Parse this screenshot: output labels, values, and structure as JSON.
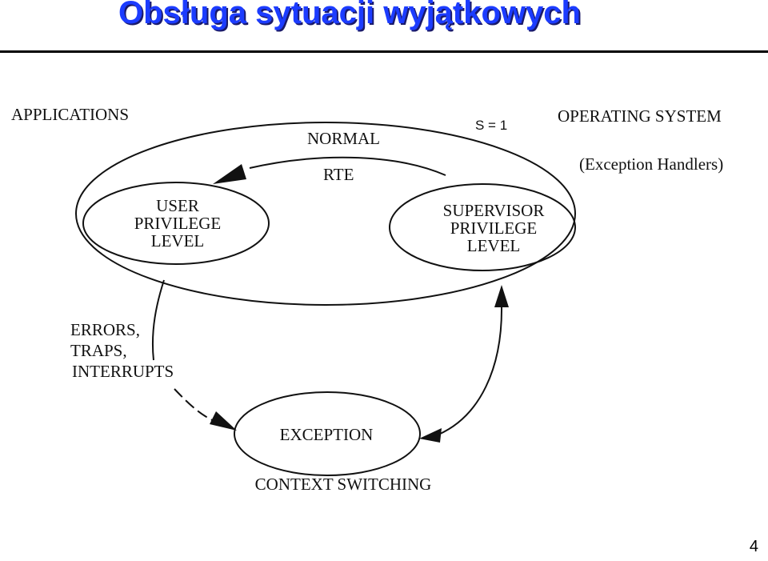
{
  "slide": {
    "title": "Obsługa sytuacji wyjątkowych",
    "page_number": "4"
  },
  "diagram": {
    "applications_label": "APPLICATIONS",
    "operating_system_label": "OPERATING SYSTEM",
    "exception_handlers_label": "(Exception Handlers)",
    "s_flag_label": "S = 1",
    "normal_label": "NORMAL",
    "rte_label": "RTE",
    "user_mode": [
      "USER",
      "PRIVILEGE",
      "LEVEL"
    ],
    "supervisor_mode": [
      "SUPERVISOR",
      "PRIVILEGE",
      "LEVEL"
    ],
    "triggers": [
      "ERRORS,",
      "TRAPS,",
      "INTERRUPTS"
    ],
    "exception_label": "EXCEPTION",
    "context_switching_label": "CONTEXT SWITCHING"
  }
}
